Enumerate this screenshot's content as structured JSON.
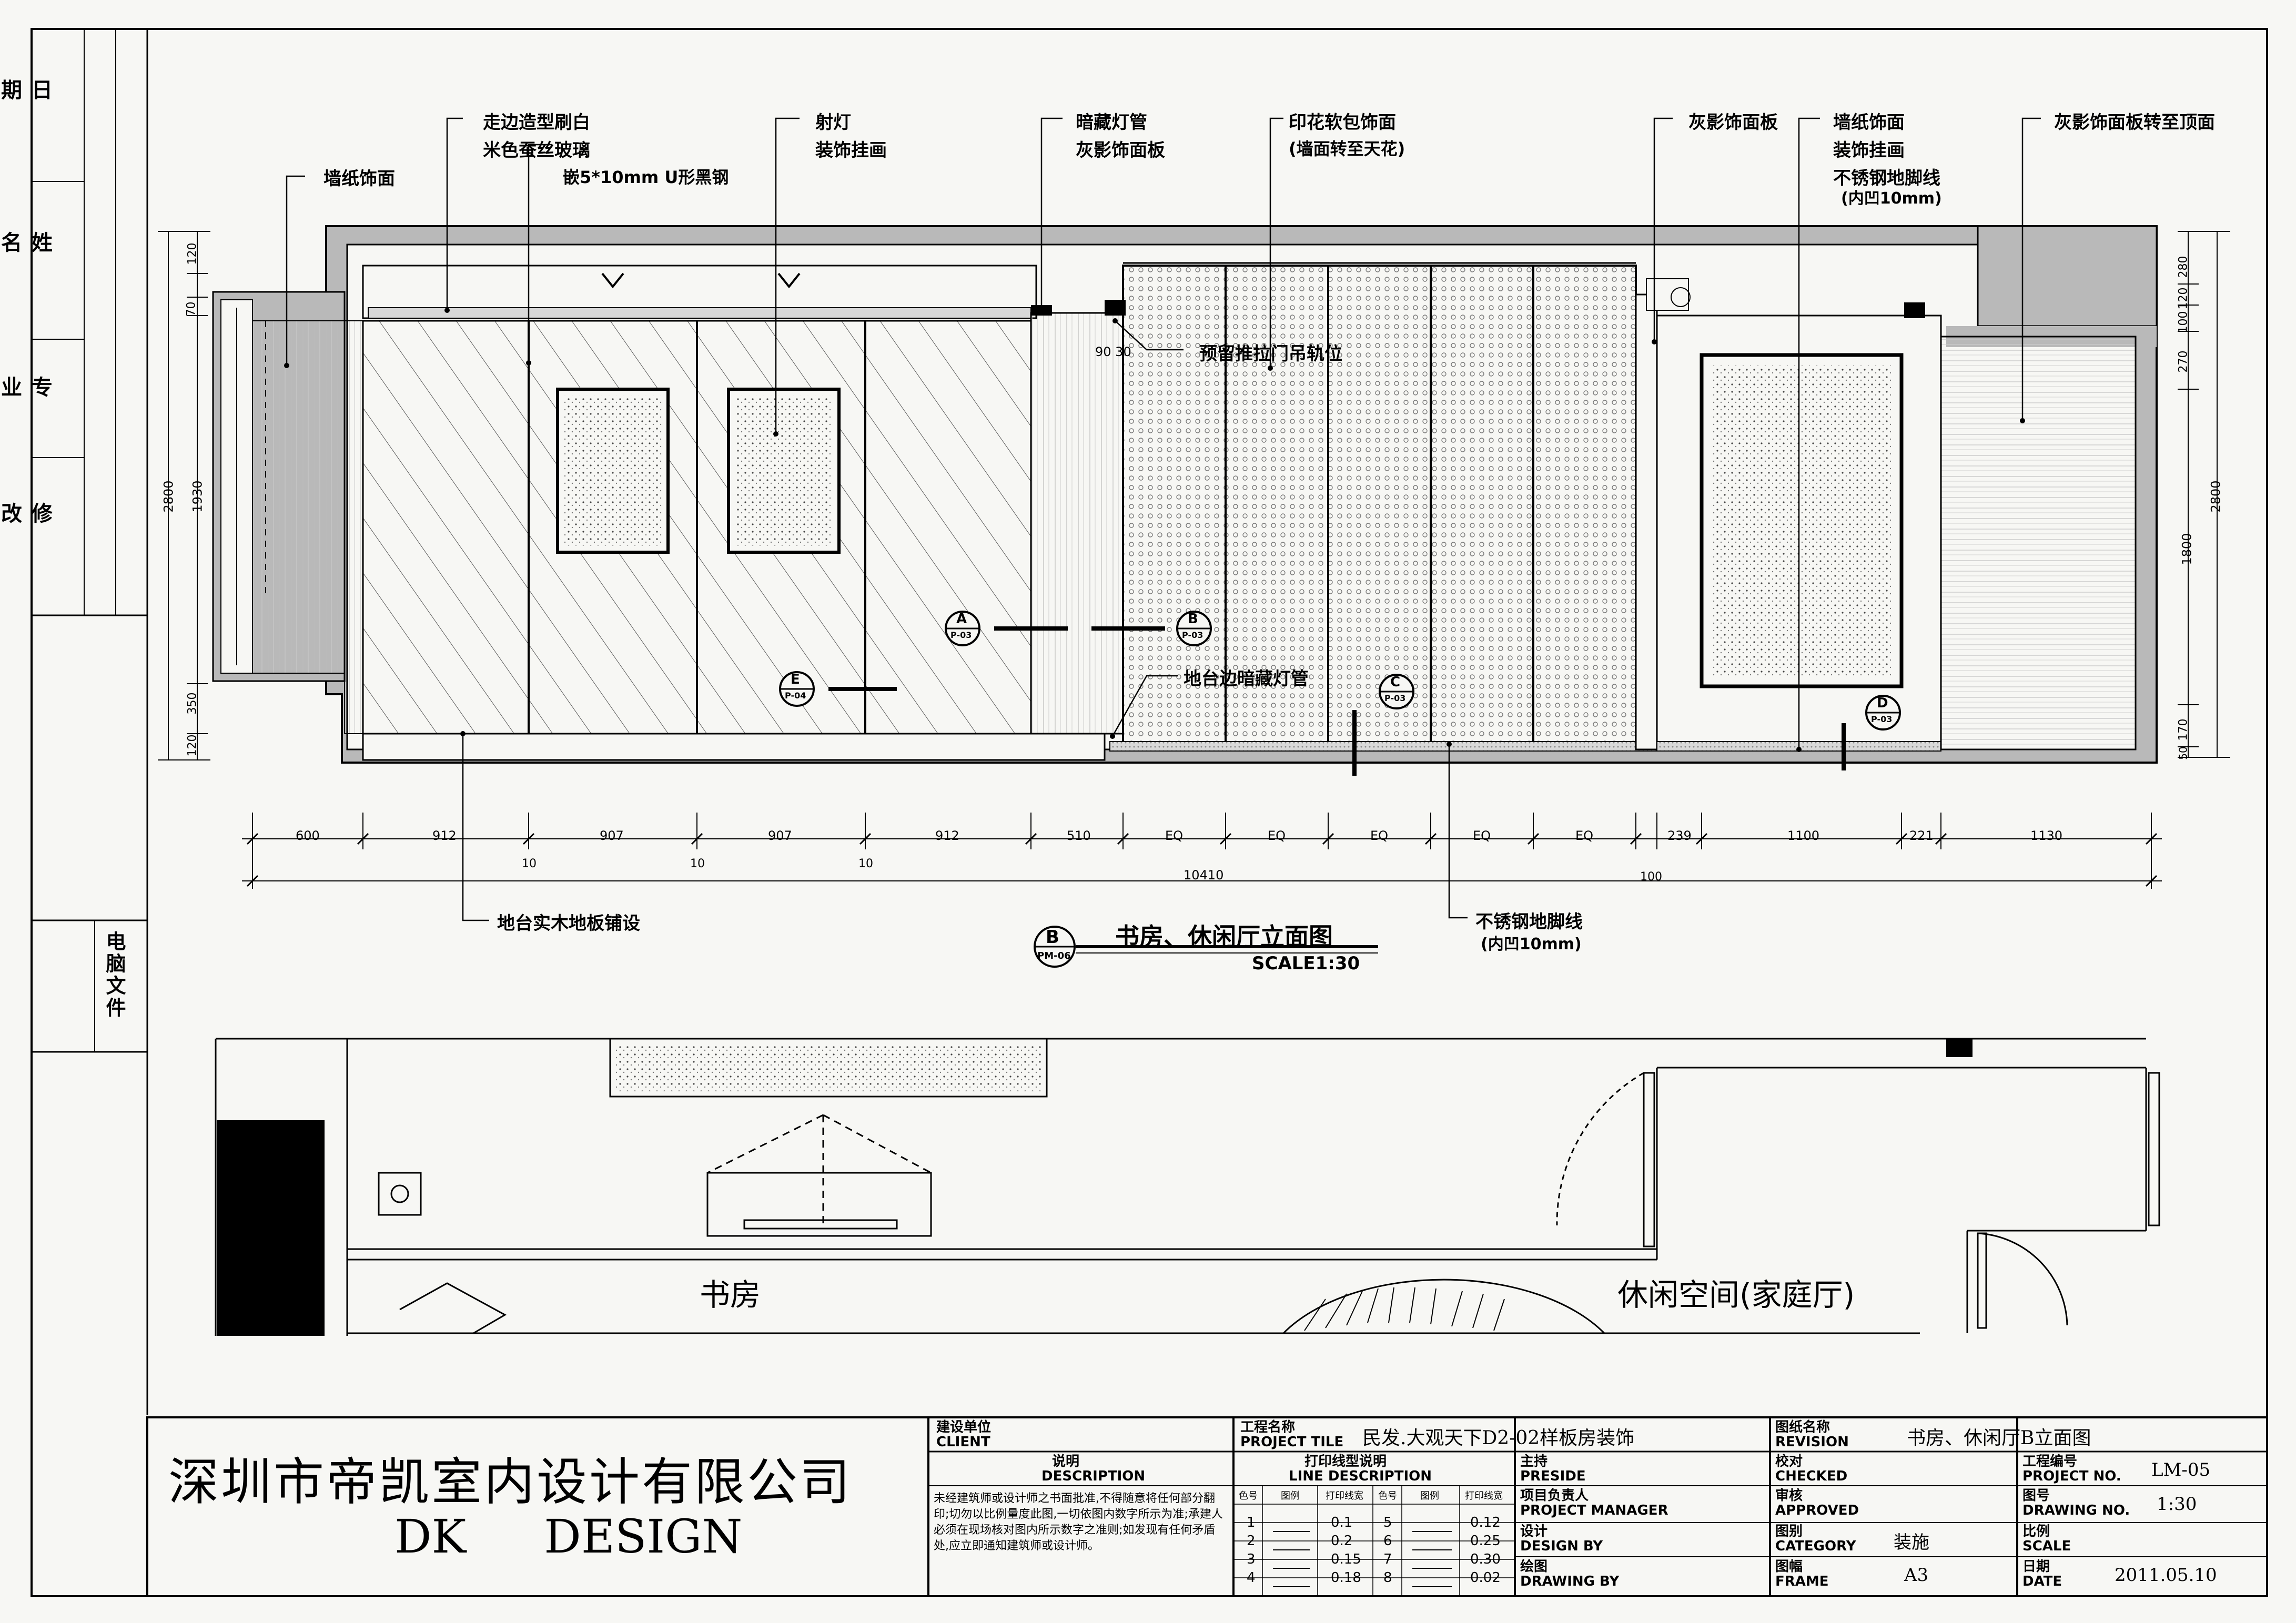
{
  "revision_block": {
    "date": "日 期",
    "name": "姓 名",
    "discipline": "专 业",
    "revision": "修 改",
    "computer_file": "电脑文件"
  },
  "callouts": {
    "wallpaper_left": "墙纸饰面",
    "edge_paint_1": "走边造型刷白",
    "edge_paint_2": "米色蚕丝玻璃",
    "steel_strip": "嵌5*10mm U形黑钢",
    "spotlight_1": "射灯",
    "spotlight_2": "装饰挂画",
    "hidden_light_1": "暗藏灯管",
    "hidden_light_2": "灰影饰面板",
    "printed_panel_1": "印花软包饰面",
    "printed_panel_2": "(墙面转至天花)",
    "grey_panel": "灰影饰面板",
    "wall_right_1": "墙纸饰面",
    "wall_right_2": "装饰挂画",
    "wall_right_3": "不锈钢地脚线",
    "wall_right_4": "(内凹10mm)",
    "grey_ceiling": "灰影饰面板转至顶面",
    "sliding_track": "预留推拉门吊轨位",
    "platform_light": "地台边暗藏灯管",
    "wood_floor": "地台实木地板铺设",
    "steel_skirting_1": "不锈钢地脚线",
    "steel_skirting_2": "(内凹10mm)"
  },
  "section_markers": {
    "a_letter": "A",
    "a_ref": "P-03",
    "b_letter": "B",
    "b_ref": "P-03",
    "c_letter": "C",
    "c_ref": "P-03",
    "d_letter": "D",
    "d_ref": "P-03",
    "e_letter": "E",
    "e_ref": "P-04"
  },
  "dims_left": {
    "d1": "2800",
    "d2": "1930",
    "d3": "350",
    "d4": "120",
    "d5": "70",
    "d6": "120"
  },
  "dims_right": {
    "d1": "2800",
    "d2": "1800",
    "d3": "270",
    "d4": "100",
    "d5": "120",
    "d6": "280",
    "d7": "170",
    "d8": "50"
  },
  "dims_bottom": {
    "row1": [
      "600",
      "912",
      "907",
      "907",
      "912",
      "510",
      "EQ",
      "EQ",
      "EQ",
      "EQ",
      "EQ",
      "239",
      "1100",
      "221",
      "1130"
    ],
    "row2_small": [
      "10",
      "10",
      "10",
      "100"
    ],
    "total": "10410",
    "gap_dims": "90 30"
  },
  "title_block_drawing": {
    "marker_letter": "B",
    "marker_ref": "PM-06",
    "title": "书房、休闲厅立面图",
    "scale": "SCALE1:30"
  },
  "plan_labels": {
    "study": "书房",
    "lounge": "休闲空间(家庭厅)"
  },
  "title_block": {
    "company_cn": "深圳市帝凯室内设计有限公司",
    "company_en": "DK DESIGN",
    "client_cn": "建设单位",
    "client_en": "CLIENT",
    "project_cn": "工程名称",
    "project_en": "PROJECT TILE",
    "project_name": "民发.大观天下D2-02样板房装饰",
    "drawing_name_cn": "图纸名称",
    "drawing_name_en": "REVISION",
    "drawing_name": "书房、休闲厅B立面图",
    "desc_cn": "说明",
    "desc_en": "DESCRIPTION",
    "desc_text": "未经建筑师或设计师之书面批准,不得随意将任何部分翻印;切勿以比例量度此图,一切依图内数字所示为准;承建人必须在现场核对图内所示数字之准则;如发现有任何矛盾处,应立即通知建筑师或设计师。",
    "line_cn": "打印线型说明",
    "line_en": "LINE DESCRIPTION",
    "line_headers": [
      "色号",
      "图例",
      "打印线宽",
      "色号",
      "图例",
      "打印线宽"
    ],
    "line_rows": [
      [
        "1",
        "0.1",
        "5",
        "0.12"
      ],
      [
        "2",
        "0.2",
        "6",
        "0.25"
      ],
      [
        "3",
        "0.15",
        "7",
        "0.30"
      ],
      [
        "4",
        "0.18",
        "8",
        "0.02"
      ]
    ],
    "preside_cn": "主持",
    "preside_en": "PRESIDE",
    "pm_cn": "项目负责人",
    "pm_en": "PROJECT MANAGER",
    "design_cn": "设计",
    "design_en": "DESIGN BY",
    "drawing_cn": "绘图",
    "drawing_en": "DRAWING BY",
    "checked_cn": "校对",
    "checked_en": "CHECKED",
    "approved_cn": "审核",
    "approved_en": "APPROVED",
    "category_cn": "图别",
    "category_en": "CATEGORY",
    "category_value": "装施",
    "frame_cn": "图幅",
    "frame_en": "FRAME",
    "frame_value": "A3",
    "project_no_cn": "工程编号",
    "project_no_en": "PROJECT NO.",
    "project_no_value": "LM-05",
    "drawing_no_cn": "图号",
    "drawing_no_en": "DRAWING NO.",
    "drawing_no_value": "1:30",
    "scale_cn": "比例",
    "scale_en": "SCALE",
    "date_cn": "日期",
    "date_en": "DATE",
    "date_value": "2011.05.10"
  }
}
